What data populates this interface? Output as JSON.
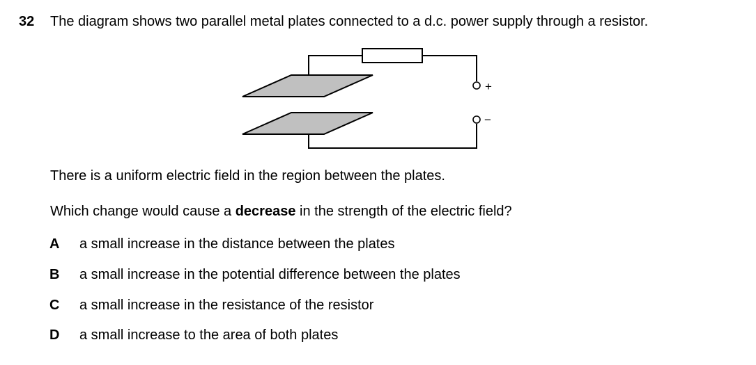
{
  "question": {
    "number": "32",
    "stem": "The diagram shows two parallel metal plates connected to a d.c. power supply through a resistor."
  },
  "diagram": {
    "positive_terminal_label": "+",
    "negative_terminal_label": "−",
    "plate_fill_color": "#c0c0c0"
  },
  "paragraph1": "There is a uniform electric field in the region between the plates.",
  "paragraph2": {
    "before": "Which change would cause a ",
    "bold": "decrease",
    "after": " in the strength of the electric field?"
  },
  "options": [
    {
      "letter": "A",
      "text": "a small increase in the distance between the plates"
    },
    {
      "letter": "B",
      "text": "a small increase in the potential difference between the plates"
    },
    {
      "letter": "C",
      "text": "a small increase in the resistance of the resistor"
    },
    {
      "letter": "D",
      "text": "a small increase to the area of both plates"
    }
  ]
}
